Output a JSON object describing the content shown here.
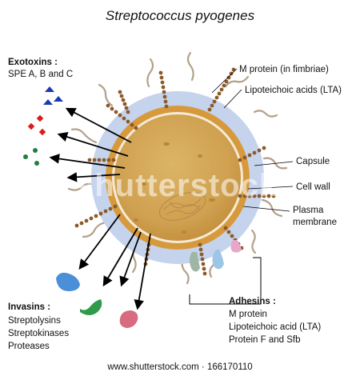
{
  "title": "Streptococcus pyogenes",
  "exotoxins": {
    "heading": "Exotoxins :",
    "line": "SPE A, B and C"
  },
  "labels": {
    "m_protein": "M protein (in fimbriae)",
    "lta": "Lipoteichoic acids (LTA)",
    "capsule": "Capsule",
    "cell_wall": "Cell wall",
    "plasma_1": "Plasma",
    "plasma_2": "membrane"
  },
  "invasins": {
    "heading": "Invasins :",
    "items": [
      "Streptolysins",
      "Streptokinases",
      "Proteases"
    ]
  },
  "adhesins": {
    "heading": "Adhesins :",
    "items": [
      "M protein",
      "Lipoteichoic acid (LTA)",
      "Protein F and Sfb"
    ]
  },
  "watermark": "shutterstock",
  "footer": "www.shutterstock.com · 166170110",
  "colors": {
    "capsule": "#c5d3ec",
    "cell_wall": "#d69a3c",
    "cytoplasm": "#d2a652",
    "fimbriae": "#b3a08a",
    "lta_chain": "#8b5a2b",
    "arrow": "#000000",
    "exotoxin_blue": "#1a3bb0",
    "exotoxin_red": "#d81c1c",
    "exotoxin_green": "#1f7f3c",
    "invasin_blue": "#4b8fd8",
    "invasin_green": "#2f9a4a",
    "invasin_pink": "#d86b80"
  }
}
